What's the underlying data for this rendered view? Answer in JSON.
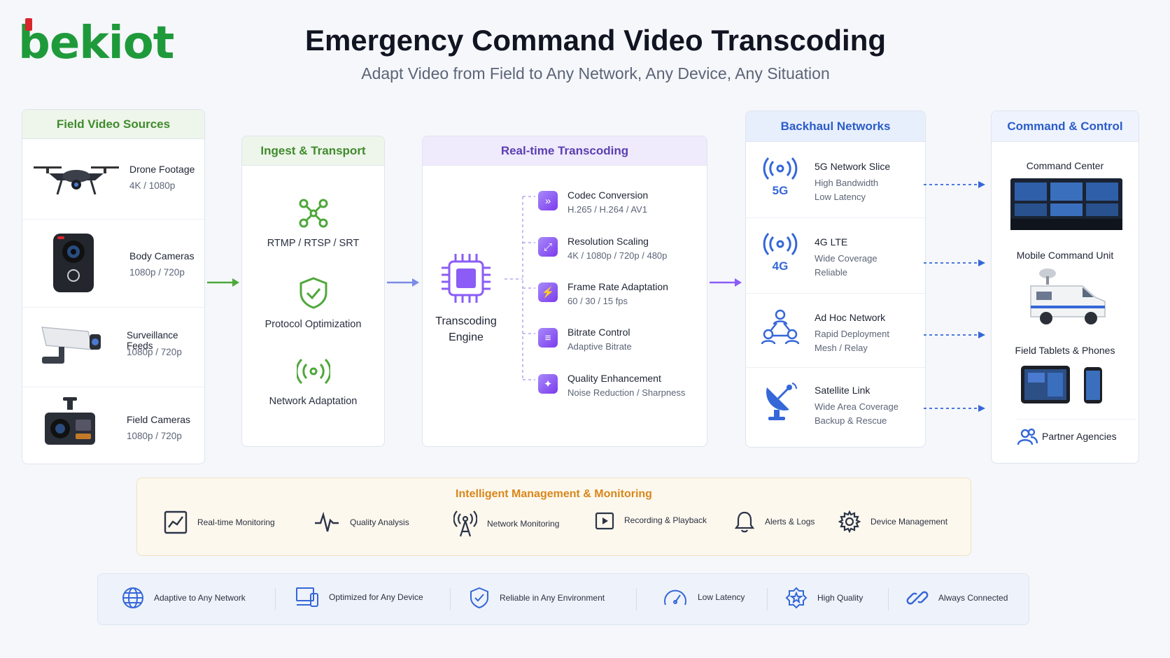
{
  "brand": {
    "logo_text": "bekiot"
  },
  "header": {
    "title": "Emergency Command Video Transcoding",
    "subtitle": "Adapt Video from Field to Any Network, Any Device, Any Situation"
  },
  "field_sources": {
    "title": "Field Video Sources",
    "items": [
      {
        "name": "Drone Footage",
        "sub": "4K / 1080p",
        "icon": "drone-icon"
      },
      {
        "name": "Body Cameras",
        "sub": "1080p / 720p",
        "icon": "body-camera-icon"
      },
      {
        "name": "Surveillance Feeds",
        "sub": "1080p / 720p",
        "icon": "surveillance-camera-icon"
      },
      {
        "name": "Field Cameras",
        "sub": "1080p / 720p",
        "icon": "field-camera-icon"
      }
    ]
  },
  "ingest": {
    "title": "Ingest & Transport",
    "items": [
      {
        "label": "RTMP / RTSP / SRT",
        "icon": "network-nodes-icon"
      },
      {
        "label": "Protocol Optimization",
        "icon": "shield-check-icon"
      },
      {
        "label": "Network Adaptation",
        "icon": "broadcast-icon"
      }
    ]
  },
  "transcoding": {
    "title": "Real-time Transcoding",
    "engine_line1": "Transcoding",
    "engine_line2": "Engine",
    "items": [
      {
        "name": "Codec Conversion",
        "sub": "H.265 / H.264 / AV1",
        "icon": "codec-icon"
      },
      {
        "name": "Resolution Scaling",
        "sub": "4K / 1080p / 720p / 480p",
        "icon": "resize-icon"
      },
      {
        "name": "Frame Rate Adaptation",
        "sub": "60 / 30 / 15 fps",
        "icon": "framerate-icon"
      },
      {
        "name": "Bitrate Control",
        "sub": "Adaptive Bitrate",
        "icon": "bitrate-icon"
      },
      {
        "name": "Quality Enhancement",
        "sub": "Noise Reduction / Sharpness",
        "icon": "sparkle-icon"
      }
    ]
  },
  "backhaul": {
    "title": "Backhaul Networks",
    "items": [
      {
        "name": "5G Network Slice",
        "sub1": "High Bandwidth",
        "sub2": "Low Latency",
        "badge": "5G",
        "icon": "signal-5g-icon"
      },
      {
        "name": "4G LTE",
        "sub1": "Wide Coverage",
        "sub2": "Reliable",
        "badge": "4G",
        "icon": "signal-4g-icon"
      },
      {
        "name": "Ad Hoc Network",
        "sub1": "Rapid Deployment",
        "sub2": "Mesh / Relay",
        "badge": "",
        "icon": "mesh-network-icon"
      },
      {
        "name": "Satellite Link",
        "sub1": "Wide Area Coverage",
        "sub2": "Backup & Rescue",
        "badge": "",
        "icon": "satellite-dish-icon"
      }
    ]
  },
  "command": {
    "title": "Command & Control",
    "items": [
      {
        "label": "Command Center",
        "icon": "command-center-image"
      },
      {
        "label": "Mobile Command Unit",
        "icon": "command-van-image"
      },
      {
        "label": "Field Tablets & Phones",
        "icon": "tablet-phone-image"
      },
      {
        "label": "Partner Agencies",
        "icon": "users-icon"
      }
    ]
  },
  "management": {
    "title": "Intelligent Management & Monitoring",
    "items": [
      {
        "label": "Real-time Monitoring",
        "icon": "line-chart-icon"
      },
      {
        "label": "Quality Analysis",
        "icon": "pulse-icon"
      },
      {
        "label": "Network Monitoring",
        "icon": "antenna-icon"
      },
      {
        "label": "Recording & Playback",
        "icon": "play-box-icon"
      },
      {
        "label": "Alerts & Logs",
        "icon": "bell-icon"
      },
      {
        "label": "Device Management",
        "icon": "gear-icon"
      }
    ]
  },
  "features": {
    "items": [
      {
        "label": "Adaptive to Any Network",
        "icon": "globe-icon"
      },
      {
        "label": "Optimized for Any Device",
        "icon": "devices-icon"
      },
      {
        "label": "Reliable in Any Environment",
        "icon": "shield-check-icon"
      },
      {
        "label": "Low Latency",
        "icon": "speedometer-icon"
      },
      {
        "label": "High Quality",
        "icon": "star-badge-icon"
      },
      {
        "label": "Always Connected",
        "icon": "link-icon"
      }
    ]
  },
  "colors": {
    "green": "#3f8b2d",
    "purple": "#7c3aed",
    "blue": "#3567d8",
    "orange": "#d8871b"
  }
}
